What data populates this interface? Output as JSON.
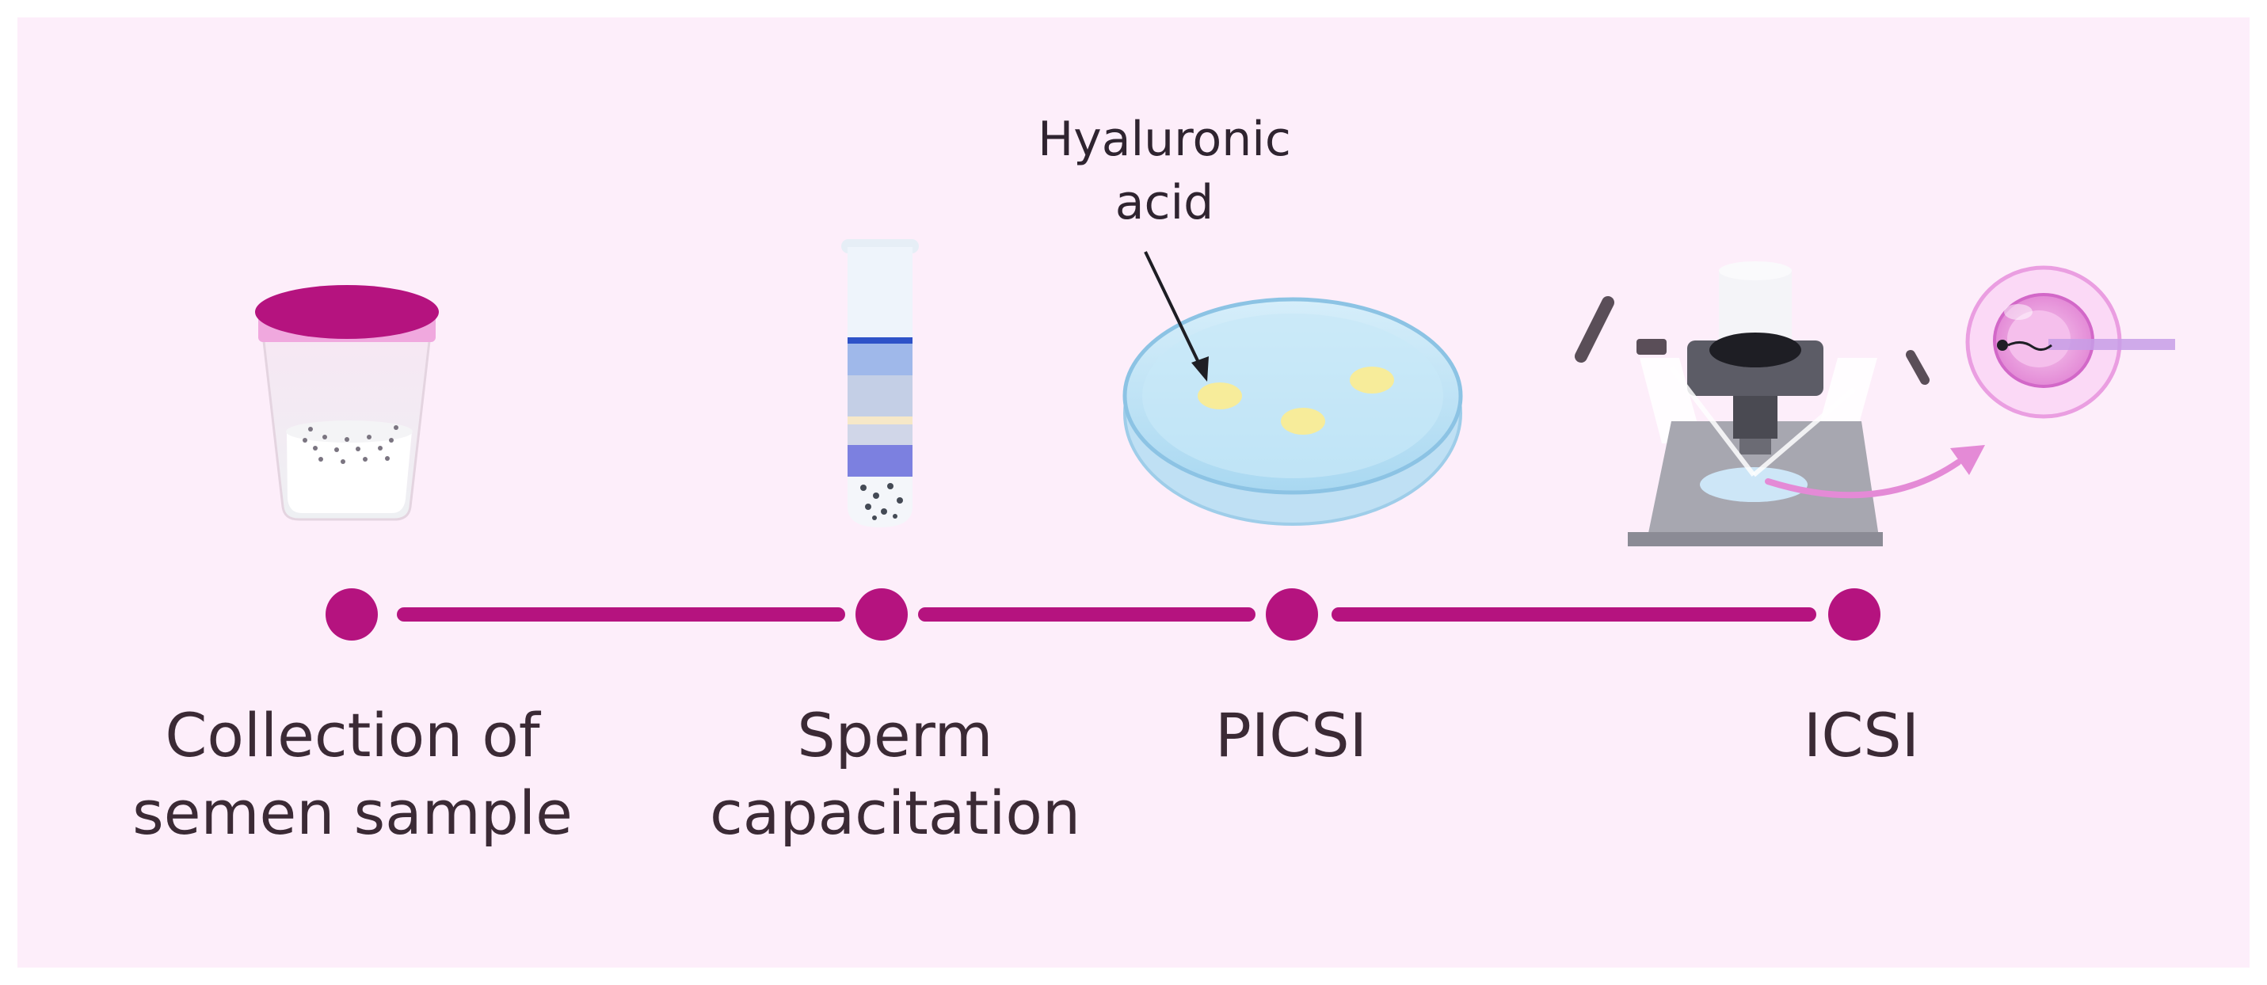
{
  "diagram": {
    "stages": [
      {
        "label": "Collection of\nsemen sample"
      },
      {
        "label": "Sperm\ncapacitation"
      },
      {
        "label": "PICSI"
      },
      {
        "label": "ICSI"
      }
    ],
    "annotation": {
      "label": "Hyaluronic\nacid"
    }
  },
  "colors": {
    "background": "#fdeefa",
    "accent": "#b5137f",
    "text": "#3b2a35"
  }
}
